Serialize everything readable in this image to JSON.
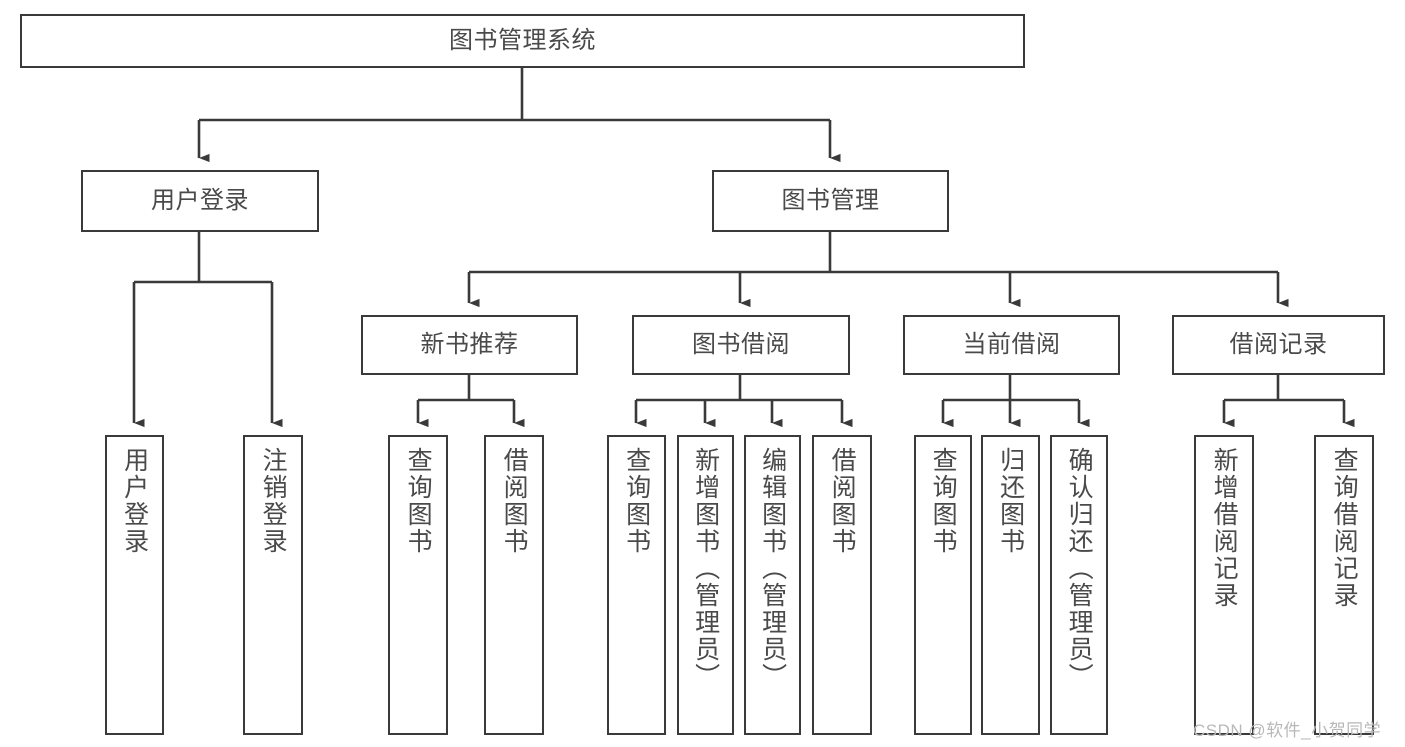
{
  "diagram": {
    "type": "hierarchy-tree",
    "title": "图书管理系统",
    "levels": 4,
    "root": {
      "label": "图书管理系统"
    },
    "level2": [
      {
        "label": "用户登录"
      },
      {
        "label": "图书管理"
      }
    ],
    "level3": [
      {
        "label": "新书推荐"
      },
      {
        "label": "图书借阅"
      },
      {
        "label": "当前借阅"
      },
      {
        "label": "借阅记录"
      }
    ],
    "leaves": {
      "user_login": [
        {
          "label": "用户登录"
        },
        {
          "label": "注销登录"
        }
      ],
      "new_book_recommend": [
        {
          "label": "查询图书"
        },
        {
          "label": "借阅图书"
        }
      ],
      "book_borrow": [
        {
          "label": "查询图书"
        },
        {
          "label": "新增图书（管理员）"
        },
        {
          "label": "编辑图书（管理员）"
        },
        {
          "label": "借阅图书"
        }
      ],
      "current_borrow": [
        {
          "label": "查询图书"
        },
        {
          "label": "归还图书"
        },
        {
          "label": "确认归还（管理员）"
        }
      ],
      "borrow_record": [
        {
          "label": "新增借阅记录"
        },
        {
          "label": "查询借阅记录"
        }
      ]
    }
  },
  "watermark": {
    "text": "CSDN @软件_小贺同学"
  },
  "colors": {
    "stroke": "#3a3a3a",
    "text": "#4a4a4a",
    "background": "#ffffff",
    "watermark": "#b8b8b8"
  }
}
